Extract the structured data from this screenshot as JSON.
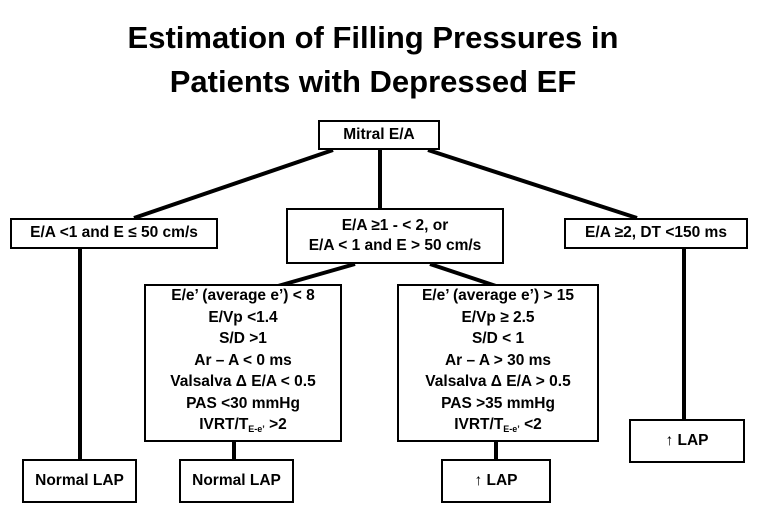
{
  "title": {
    "line1": "Estimation of Filling Pressures in",
    "line2": "Patients with Depressed EF"
  },
  "root": {
    "label": "Mitral E/A"
  },
  "branches": {
    "left": {
      "label": "E/A <1 and E ≤ 50 cm/s",
      "outcome": "Normal LAP"
    },
    "middle": {
      "line1": "E/A ≥1 - < 2, or",
      "line2": "E/A < 1 and E > 50 cm/s",
      "low_criteria": [
        "E/e’ (average e’) < 8",
        "E/Vp <1.4",
        "S/D >1",
        "Ar – A < 0 ms",
        "Valsalva Δ E/A < 0.5",
        "PAS <30 mmHg"
      ],
      "low_ivrt": {
        "prefix": "IVRT/T",
        "sub": "E-e’",
        "suffix": " >2"
      },
      "low_outcome": "Normal LAP",
      "high_criteria": [
        "E/e’ (average e’) > 15",
        "E/Vp ≥ 2.5",
        "S/D < 1",
        "Ar – A > 30 ms",
        "Valsalva Δ E/A > 0.5",
        "PAS >35 mmHg"
      ],
      "high_ivrt": {
        "prefix": "IVRT/T",
        "sub": "E-e’",
        "suffix": " <2"
      },
      "high_outcome": "↑ LAP"
    },
    "right": {
      "label": "E/A ≥2, DT <150 ms",
      "outcome": "↑ LAP"
    }
  }
}
